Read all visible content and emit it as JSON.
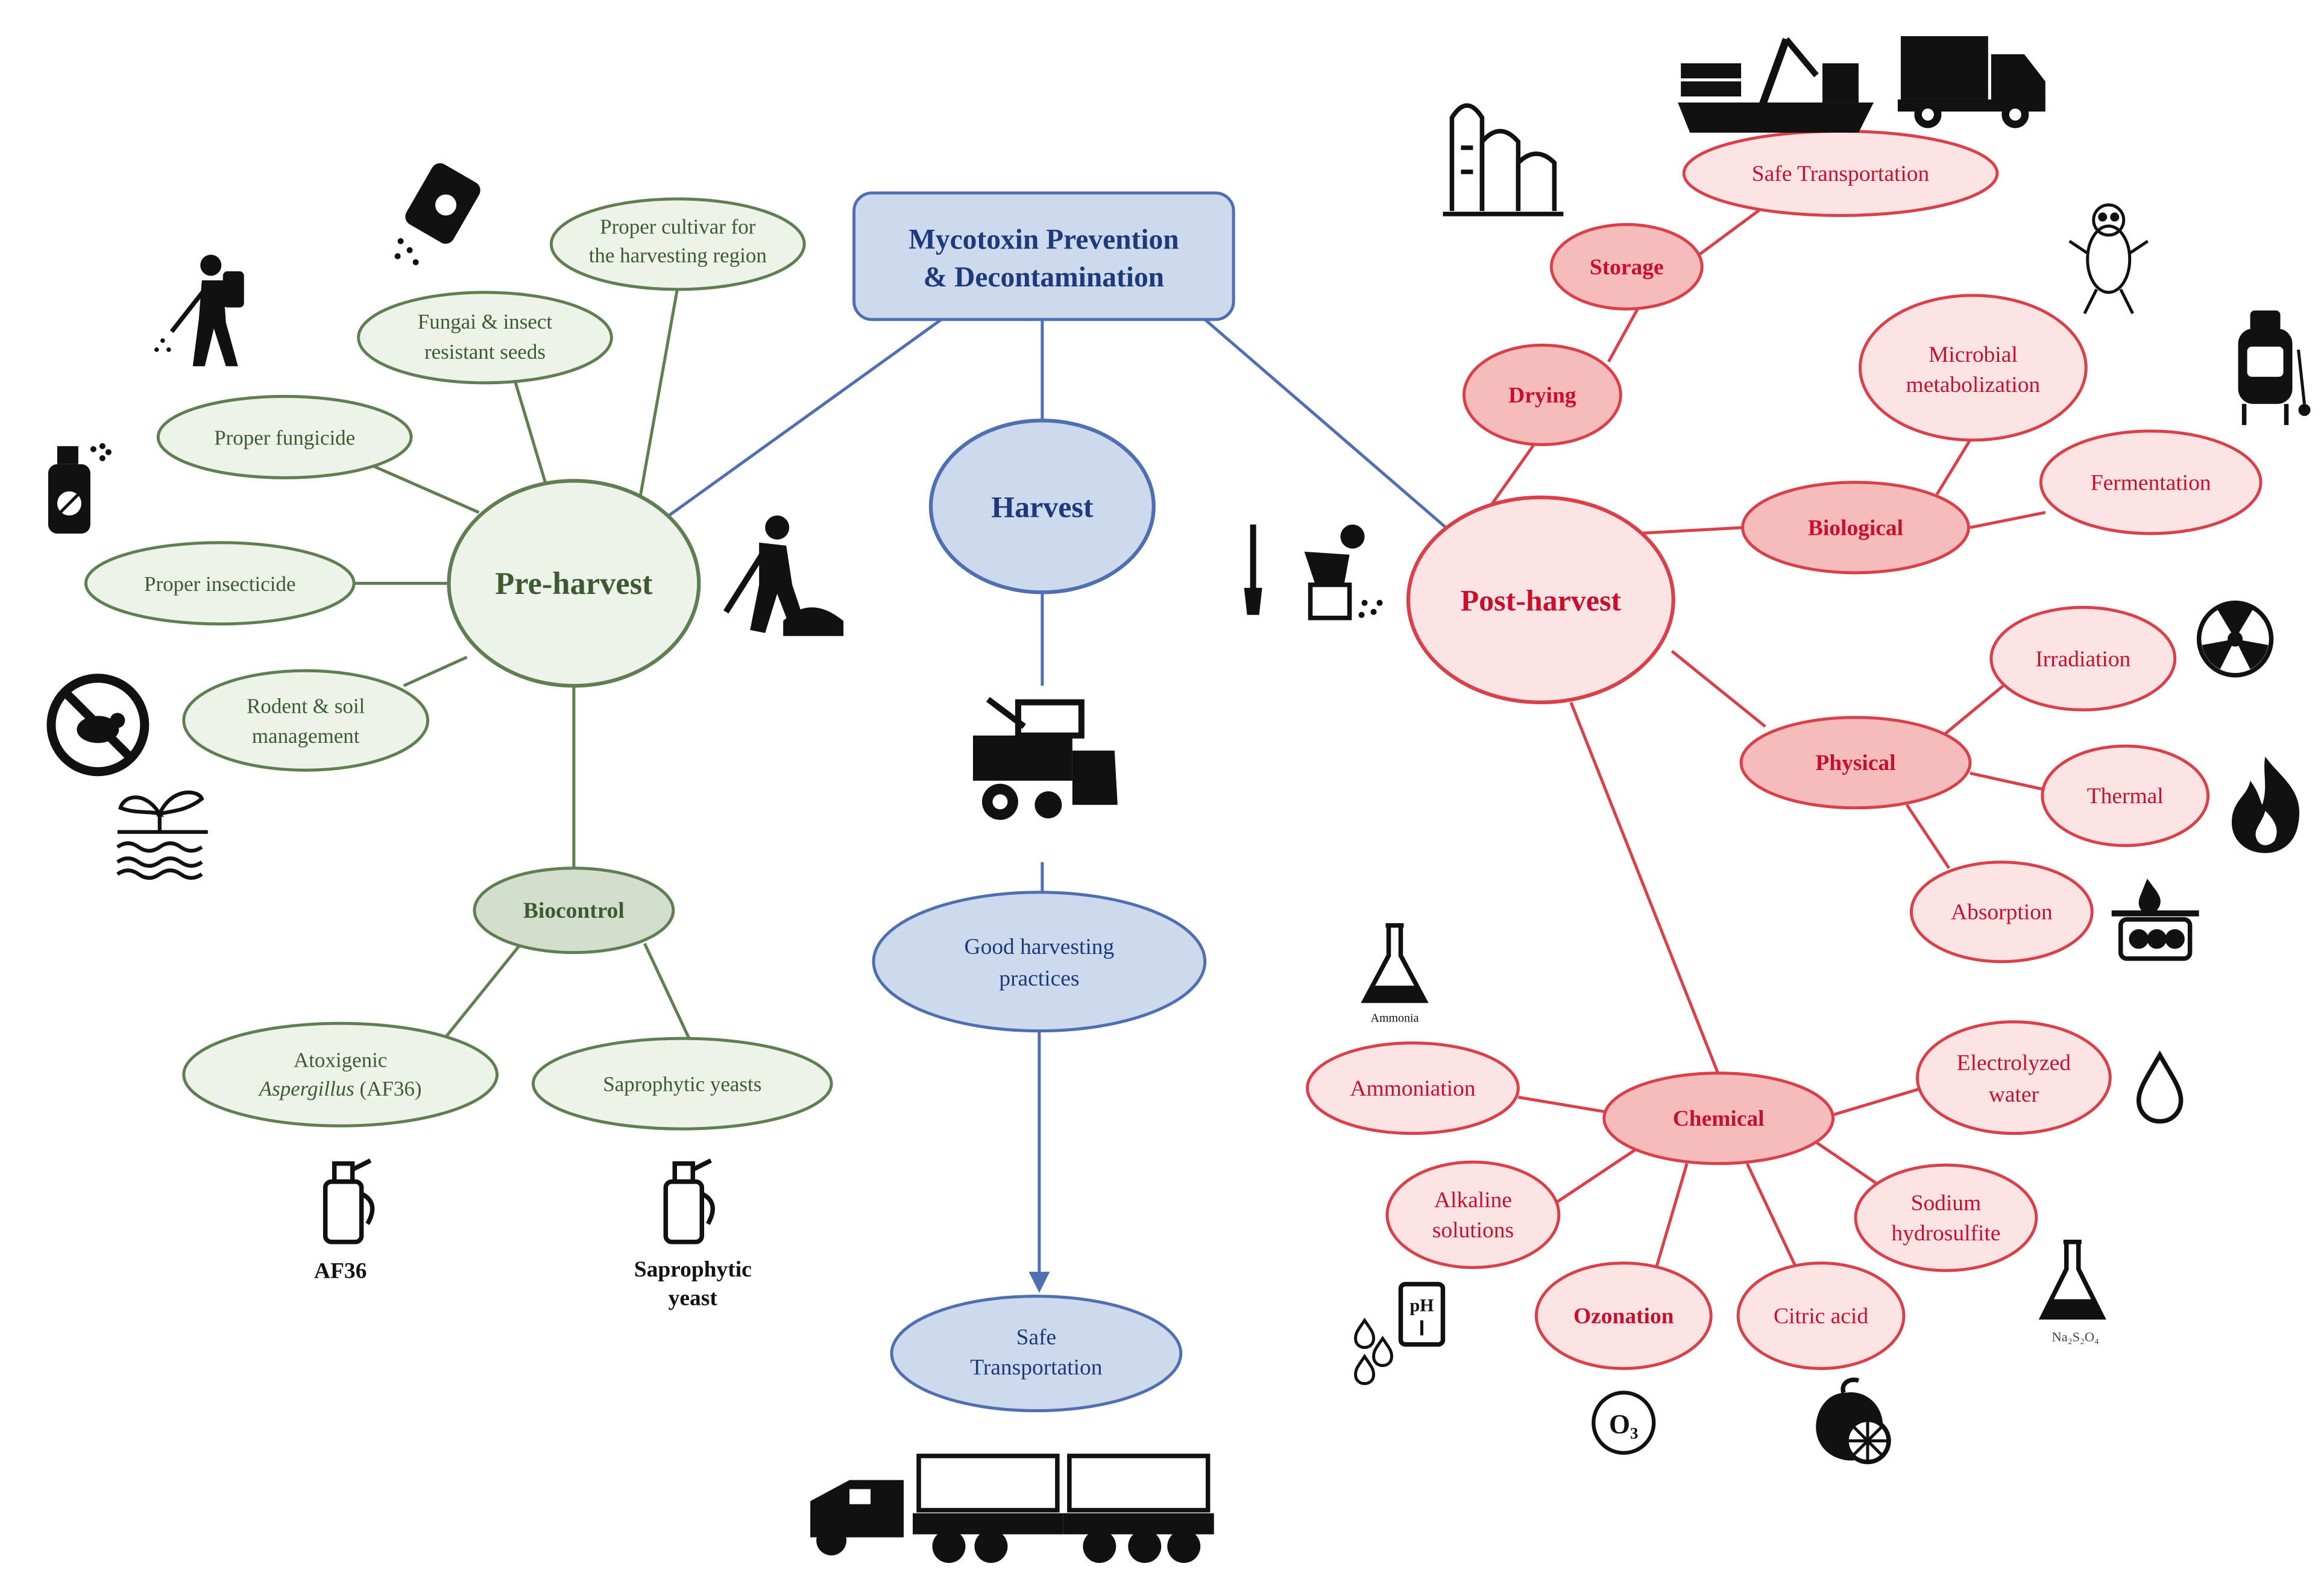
{
  "title": {
    "line1": "Mycotoxin Prevention",
    "line2": "& Decontamination"
  },
  "colors": {
    "green_fill": "#eef3ea",
    "green_dark_fill": "#d3dfcc",
    "green_line": "#5f7f52",
    "green_text": "#3d5a33",
    "blue_fill": "#cdd9ec",
    "blue_line": "#4f6fb0",
    "blue_text": "#1f3a7a",
    "red_fill": "#fde4e4",
    "red_dark_fill": "#f6bcbc",
    "red_line": "#d9404a",
    "red_text": "#c8102e",
    "icon": "#111111"
  },
  "preharvest": {
    "center": "Pre-harvest",
    "cultivar": [
      "Proper cultivar for",
      "the harvesting region"
    ],
    "seeds": [
      "Fungai & insect",
      "resistant seeds"
    ],
    "fungicide": "Proper fungicide",
    "insecticide": "Proper insecticide",
    "rodent": [
      "Rodent & soil",
      "management"
    ],
    "biocontrol": "Biocontrol",
    "atoxigenic": {
      "line1": "Atoxigenic",
      "italic": "Aspergillus",
      "rest": " (AF36)"
    },
    "saprophytic": "Saprophytic yeasts",
    "af36_caption": "AF36",
    "sapro_caption": [
      "Saprophytic",
      "yeast"
    ]
  },
  "harvest": {
    "center": "Harvest",
    "good_practices": [
      "Good harvesting",
      "practices"
    ],
    "safe_transport": [
      "Safe",
      "Transportation"
    ]
  },
  "postharvest": {
    "center": "Post-harvest",
    "drying": "Drying",
    "storage": "Storage",
    "safe_transport": "Safe Transportation",
    "biological": "Biological",
    "microbial": [
      "Microbial",
      "metabolization"
    ],
    "fermentation": "Fermentation",
    "physical": "Physical",
    "irradiation": "Irradiation",
    "thermal": "Thermal",
    "absorption": "Absorption",
    "chemical": "Chemical",
    "ammoniation": "Ammoniation",
    "electrolyzed": [
      "Electrolyzed",
      "water"
    ],
    "alkaline": [
      "Alkaline",
      "solutions"
    ],
    "sodium": [
      "Sodium",
      "hydrosulfite"
    ],
    "ozonation": "Ozonation",
    "citric": "Citric acid",
    "ammonia_caption": "Ammonia",
    "na2s2o4_caption": "Na₂S₂O₄",
    "ph_caption": "pH",
    "o3_caption": "O₃"
  }
}
